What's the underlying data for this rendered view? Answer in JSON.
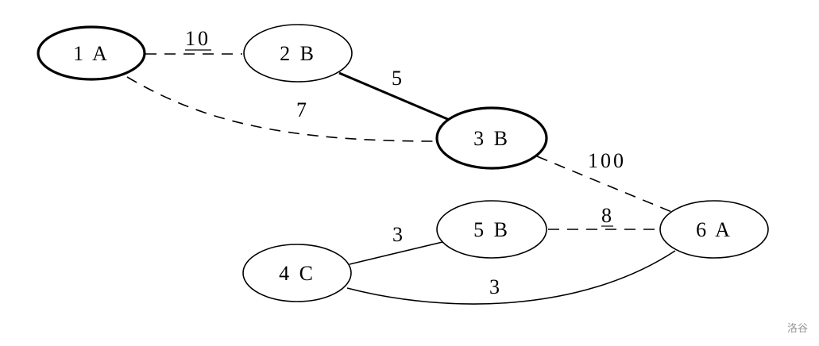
{
  "nodes": [
    {
      "id": "1",
      "label": "1 A",
      "highlighted": true
    },
    {
      "id": "2",
      "label": "2 B",
      "highlighted": false
    },
    {
      "id": "3",
      "label": "3 B",
      "highlighted": true
    },
    {
      "id": "4",
      "label": "4 C",
      "highlighted": false
    },
    {
      "id": "5",
      "label": "5 B",
      "highlighted": false
    },
    {
      "id": "6",
      "label": "6 A",
      "highlighted": false
    }
  ],
  "edges": [
    {
      "from": "1",
      "to": "2",
      "weight": "10",
      "style": "dashed"
    },
    {
      "from": "1",
      "to": "3",
      "weight": "7",
      "style": "dashed"
    },
    {
      "from": "2",
      "to": "3",
      "weight": "5",
      "style": "bold"
    },
    {
      "from": "3",
      "to": "6",
      "weight": "100",
      "style": "dashed"
    },
    {
      "from": "5",
      "to": "6",
      "weight": "8",
      "style": "dashed"
    },
    {
      "from": "4",
      "to": "5",
      "weight": "3",
      "style": "solid"
    },
    {
      "from": "4",
      "to": "6",
      "weight": "3",
      "style": "solid"
    }
  ],
  "watermark": "洛谷",
  "colors": {
    "stroke": "#000000",
    "background": "#ffffff",
    "watermark": "#9a9a9a"
  }
}
